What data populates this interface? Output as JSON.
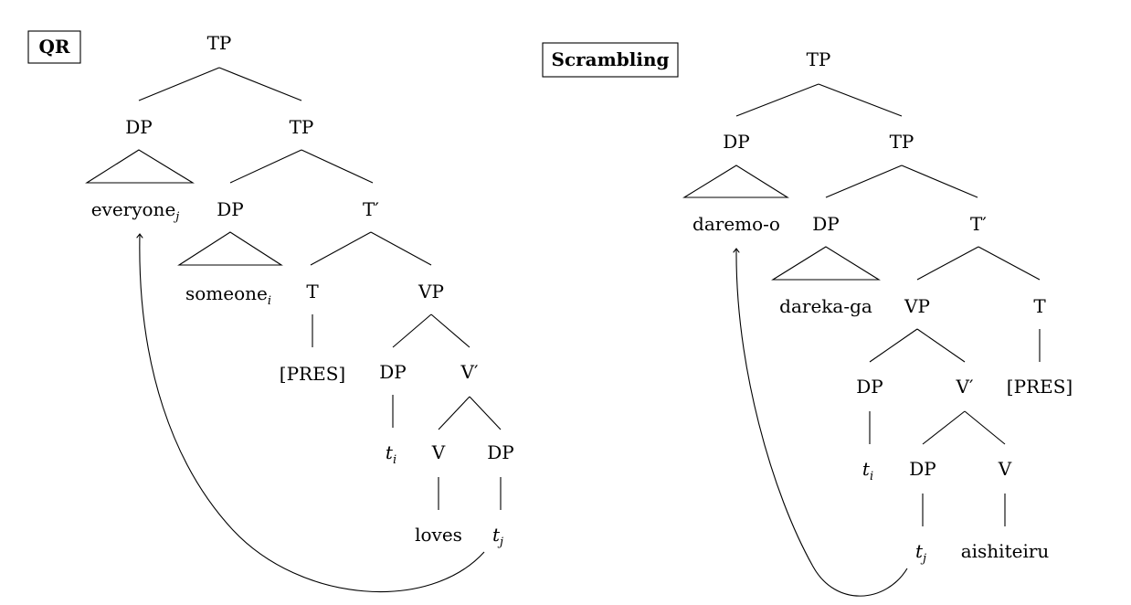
{
  "qr_tree": {
    "title": "QR",
    "nodes": {
      "tp_root": "TP",
      "dp_1": "DP",
      "tp_2": "TP",
      "everyone": "everyone",
      "everyone_sub": "j",
      "dp_2": "DP",
      "t_bar": "T′",
      "someone": "someone",
      "someone_sub": "i",
      "t": "T",
      "vp": "VP",
      "pres": "[PRES]",
      "dp_3": "DP",
      "v_bar": "V′",
      "trace_i": "t",
      "trace_i_sub": "i",
      "v": "V",
      "dp_4": "DP",
      "loves": "loves",
      "trace_j": "t",
      "trace_j_sub": "j"
    }
  },
  "scrambling_tree": {
    "title": "Scrambling",
    "nodes": {
      "tp_root": "TP",
      "dp_1": "DP",
      "tp_2": "TP",
      "daremo": "daremo-o",
      "dp_2": "DP",
      "t_bar": "T′",
      "dareka": "dareka-ga",
      "vp": "VP",
      "t": "T",
      "dp_3": "DP",
      "v_bar": "V′",
      "pres": "[PRES]",
      "trace_i": "t",
      "trace_i_sub": "i",
      "dp_4": "DP",
      "v": "V",
      "trace_j": "t",
      "trace_j_sub": "j",
      "aishiteiru": "aishiteiru"
    }
  }
}
